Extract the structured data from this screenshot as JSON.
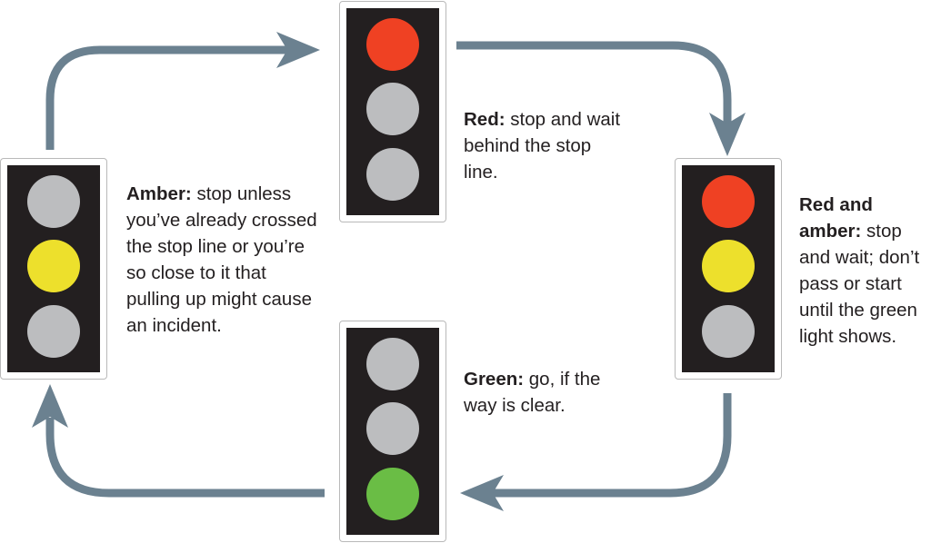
{
  "colors": {
    "arrow": "#6b8190",
    "off": "#bcbdbf",
    "red": "#ef4123",
    "amber": "#ede02c",
    "green": "#6abd45",
    "housing": "#231f20"
  },
  "lights": {
    "red": {
      "top": "red",
      "mid": "off",
      "bot": "off"
    },
    "red_amber": {
      "top": "red",
      "mid": "amber",
      "bot": "off"
    },
    "green": {
      "top": "off",
      "mid": "off",
      "bot": "green"
    },
    "amber": {
      "top": "off",
      "mid": "amber",
      "bot": "off"
    }
  },
  "captions": {
    "red": {
      "title": "Red:",
      "text": " stop and wait behind the stop line."
    },
    "red_amber": {
      "title": "Red and amber:",
      "text": " stop and wait; don’t pass or start until the green light shows."
    },
    "green": {
      "title": "Green:",
      "text": " go, if the way is clear."
    },
    "amber": {
      "title": "Amber:",
      "text": " stop unless you’ve already crossed the stop line or you’re so close to it that pulling up might cause an incident."
    }
  }
}
